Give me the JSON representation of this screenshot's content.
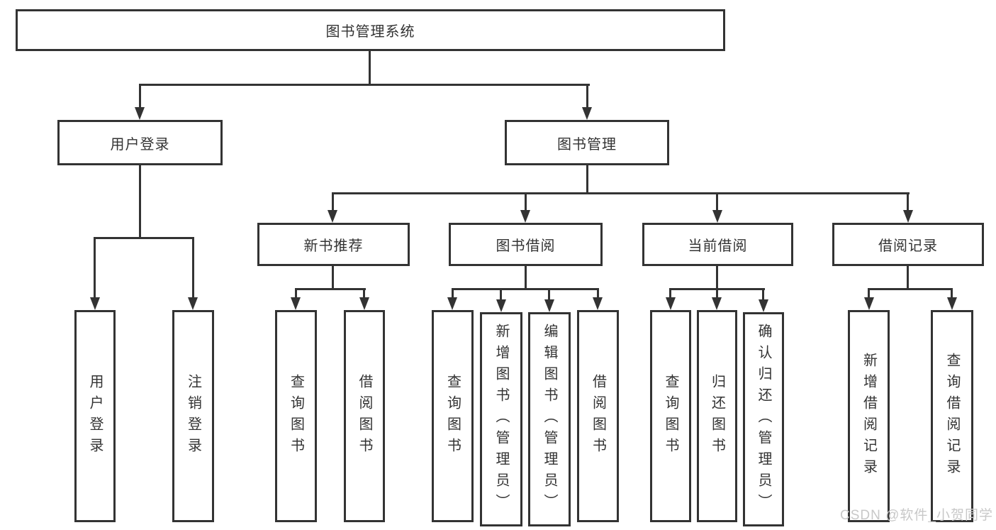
{
  "diagram": {
    "background": "#ffffff",
    "line_color": "#333333",
    "text_color": "#333333",
    "root": {
      "label": "图书管理系统"
    },
    "level2": [
      {
        "label": "用户登录"
      },
      {
        "label": "图书管理"
      }
    ],
    "level3": [
      {
        "label": "新书推荐"
      },
      {
        "label": "图书借阅"
      },
      {
        "label": "当前借阅"
      },
      {
        "label": "借阅记录"
      }
    ],
    "leaves": [
      {
        "parent": "用户登录",
        "label": "用户登录"
      },
      {
        "parent": "用户登录",
        "label": "注销登录"
      },
      {
        "parent": "新书推荐",
        "label": "查询图书"
      },
      {
        "parent": "新书推荐",
        "label": "借阅图书"
      },
      {
        "parent": "图书借阅",
        "label": "查询图书"
      },
      {
        "parent": "图书借阅",
        "label": "新增图书（管理员）"
      },
      {
        "parent": "图书借阅",
        "label": "编辑图书（管理员）"
      },
      {
        "parent": "图书借阅",
        "label": "借阅图书"
      },
      {
        "parent": "当前借阅",
        "label": "查询图书"
      },
      {
        "parent": "当前借阅",
        "label": "归还图书"
      },
      {
        "parent": "当前借阅",
        "label": "确认归还（管理员）"
      },
      {
        "parent": "借阅记录",
        "label": "新增借阅记录"
      },
      {
        "parent": "借阅记录",
        "label": "查询借阅记录"
      }
    ]
  },
  "watermark": {
    "text": "CSDN @软件_小贺同学",
    "color": "#c8c8c8"
  }
}
